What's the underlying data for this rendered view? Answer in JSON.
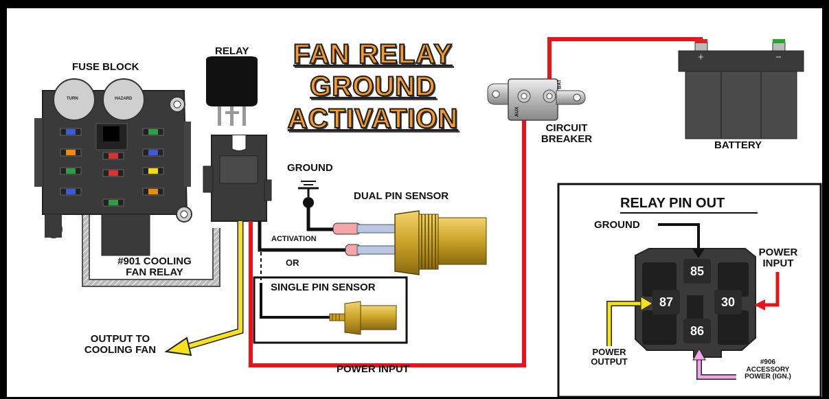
{
  "title": {
    "line1": "FAN RELAY",
    "line2": "GROUND",
    "line3": "ACTIVATION"
  },
  "labels": {
    "fuse_block": "FUSE BLOCK",
    "turn": "TURN",
    "hazard": "HAZARD",
    "relay": "RELAY",
    "ground": "GROUND",
    "dual_pin_sensor": "DUAL PIN SENSOR",
    "activation": "ACTIVATION",
    "or": "OR",
    "single_pin_sensor": "SINGLE PIN SENSOR",
    "cooling_fan_relay_l1": "#901 COOLING",
    "cooling_fan_relay_l2": "FAN RELAY",
    "output_to_l1": "OUTPUT TO",
    "output_to_l2": "COOLING FAN",
    "power_input": "POWER INPUT",
    "circuit_l1": "CIRCUIT",
    "circuit_l2": "BREAKER",
    "battery": "BATTERY",
    "aux": "AUX",
    "bat": "BAT",
    "plus": "+",
    "minus": "−"
  },
  "pinout": {
    "heading": "RELAY PIN OUT",
    "ground": "GROUND",
    "power_input_l1": "POWER",
    "power_input_l2": "INPUT",
    "power_output_l1": "POWER",
    "power_output_l2": "OUTPUT",
    "accessory_l1": "#906",
    "accessory_l2": "ACCESSORY",
    "accessory_l3": "POWER (IGN.)",
    "pin_85": "85",
    "pin_87": "87",
    "pin_30": "30",
    "pin_86": "86"
  },
  "colors": {
    "title_fill": "#f59a2b",
    "power_wire": "#e8141b",
    "output_wire": "#f5e21c",
    "ground_wire": "#111111",
    "accessory_wire": "#f3a6e6",
    "brass": "#c9a227"
  }
}
